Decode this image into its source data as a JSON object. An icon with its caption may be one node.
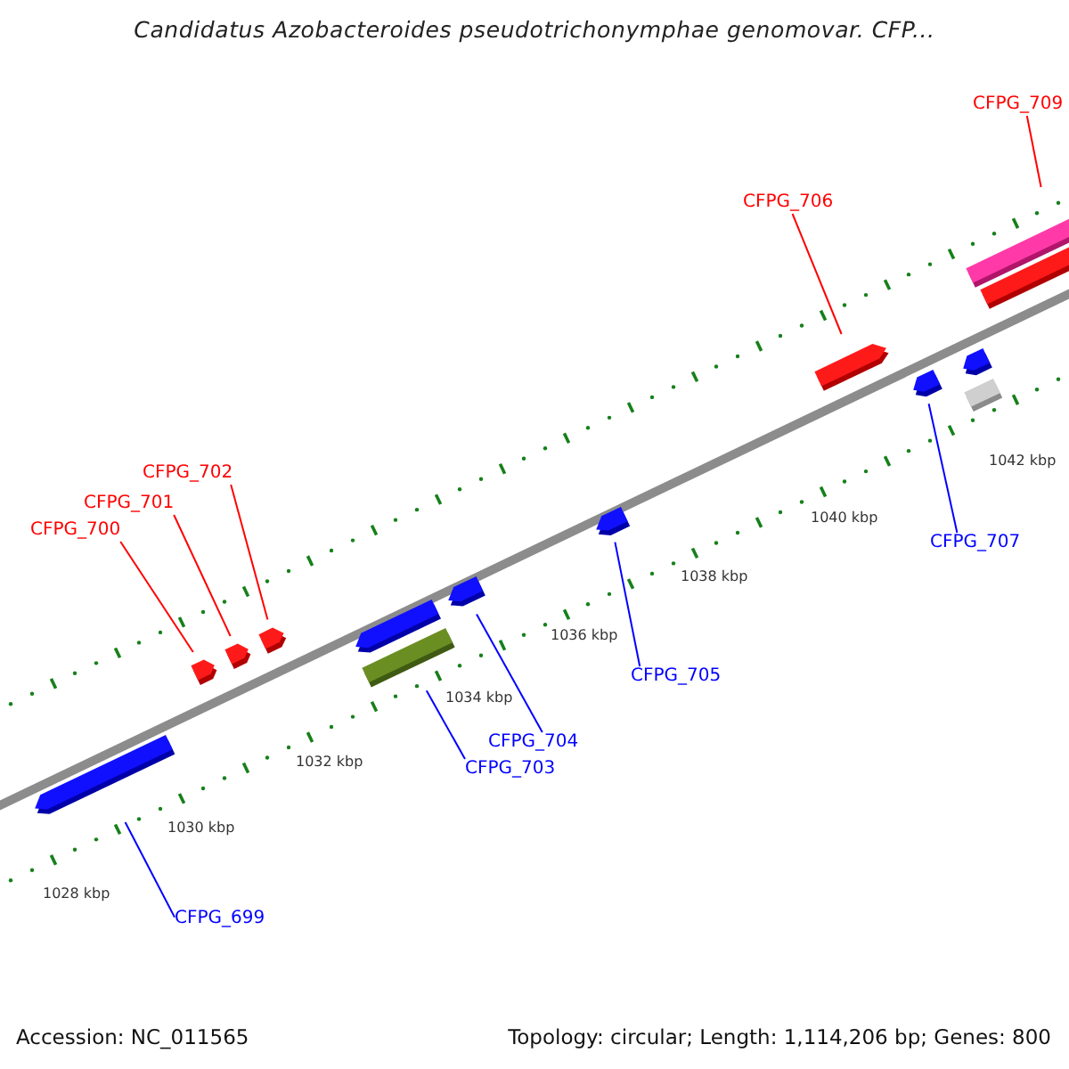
{
  "diagram": {
    "title": "Candidatus Azobacteroides pseudotrichonymphae genomovar. CFP...",
    "nodes": [
      {
        "text": [
          "CFPG_709"
        ]
      },
      {
        "text": [
          "CFPG_706"
        ]
      },
      {
        "text": [
          "CFPG_702"
        ]
      },
      {
        "text": [
          "CFPG_701"
        ]
      },
      {
        "text": [
          "CFPG_700"
        ]
      },
      {
        "text": [
          "CFPG_707"
        ]
      },
      {
        "text": [
          "CFPG_705"
        ]
      },
      {
        "text": [
          "CFPG_704"
        ]
      },
      {
        "text": [
          "CFPG_703"
        ]
      },
      {
        "text": [
          "CFPG_699"
        ]
      },
      {
        "text": [],
        "shape": "bar"
      },
      {
        "text": [],
        "shape": "bar"
      },
      {
        "text": [],
        "shape": "bar"
      },
      {
        "text": [],
        "shape": "bar"
      },
      {
        "text": [],
        "shape": "bar"
      },
      {
        "text": [],
        "shape": "bar"
      },
      {
        "text": [],
        "shape": "bar"
      },
      {
        "text": [],
        "shape": "bar"
      },
      {
        "text": [],
        "shape": "bar"
      },
      {
        "text": [],
        "shape": "bar"
      },
      {
        "text": [],
        "shape": "bar"
      },
      {
        "text": [],
        "shape": "bar"
      },
      {
        "text": [],
        "shape": "bar"
      },
      {
        "text": [],
        "shape": "bar"
      }
    ],
    "edges": [
      {
        "from": 0,
        "to": 22,
        "arrow": "none",
        "color": "#ff0000"
      },
      {
        "from": 1,
        "to": 18,
        "arrow": "none",
        "color": "#ff0000"
      },
      {
        "from": 2,
        "to": 13,
        "arrow": "none",
        "color": "#ff0000"
      },
      {
        "from": 3,
        "to": 12,
        "arrow": "none",
        "color": "#ff0000"
      },
      {
        "from": 4,
        "to": 11,
        "arrow": "none",
        "color": "#ff0000"
      },
      {
        "from": 5,
        "to": 19,
        "arrow": "none",
        "color": "#0000ff"
      },
      {
        "from": 6,
        "to": 17,
        "arrow": "none",
        "color": "#0000ff"
      },
      {
        "from": 7,
        "to": 16,
        "arrow": "none",
        "color": "#0000ff"
      },
      {
        "from": 8,
        "to": 15,
        "arrow": "none",
        "color": "#0000ff"
      },
      {
        "from": 9,
        "to": 10,
        "arrow": "none",
        "color": "#0000ff"
      }
    ],
    "labels": [
      "1042 kbp",
      "1040 kbp",
      "1038 kbp",
      "1036 kbp",
      "1034 kbp",
      "1032 kbp",
      "1030 kbp",
      "1028 kbp",
      "Accession: NC_011565",
      "Topology: circular; Length: 1,114,206 bp; Genes: 800"
    ]
  }
}
